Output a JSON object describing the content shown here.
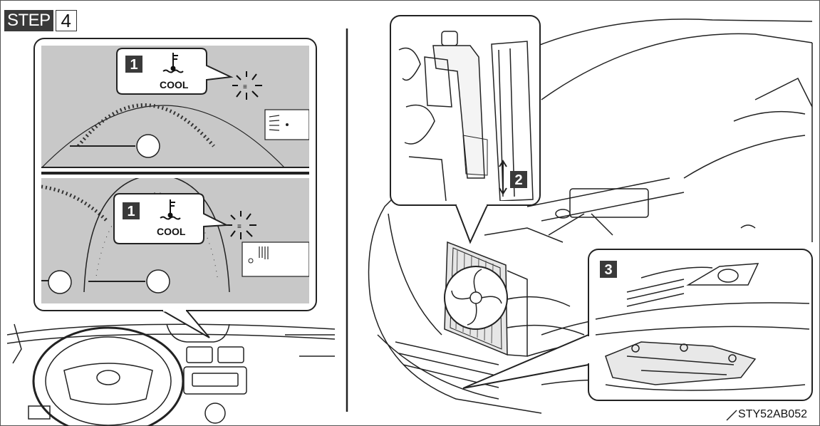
{
  "step": {
    "word": "STEP",
    "number": "4"
  },
  "callouts": {
    "c1_top": "1",
    "c1_bottom": "1",
    "c2": "2",
    "c3": "3"
  },
  "labels": {
    "cool_top": "COOL",
    "cool_bottom": "COOL"
  },
  "figure_code": "STY52AB052",
  "icons": [
    "coolant-temperature-icon",
    "warning-flash-icon",
    "fan-icon",
    "steering-wheel-logo-icon"
  ],
  "colors": {
    "panel_gray": "#c8c8c8",
    "line": "#222222",
    "label_bg": "#3a3a3a"
  }
}
